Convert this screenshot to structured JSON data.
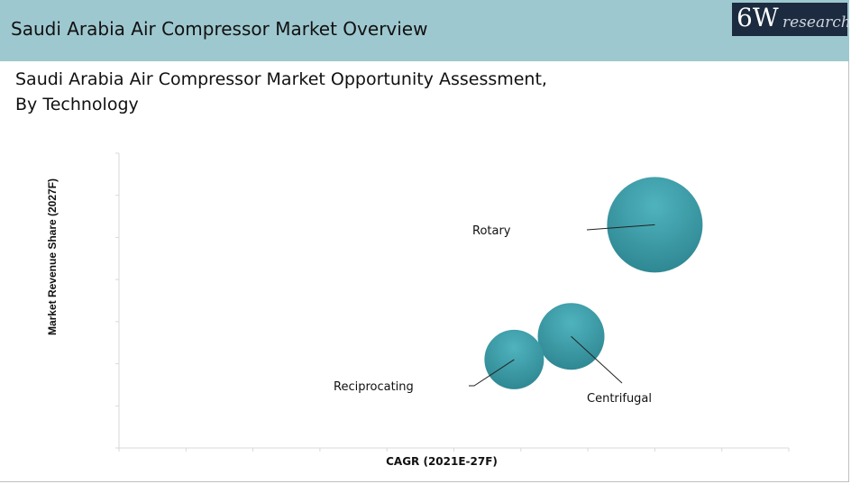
{
  "header": {
    "title": "Saudi Arabia Air Compressor Market Overview",
    "logo_text": "6W research"
  },
  "subtitle": {
    "line1": "Saudi Arabia Air Compressor Market Opportunity Assessment,",
    "line2": "By Technology"
  },
  "colors": {
    "bubble": "#3a9eaa",
    "header": "#9ec8cf"
  },
  "chart_data": {
    "type": "scatter",
    "subtype": "bubble",
    "xlabel": "CAGR (2021E-27F)",
    "ylabel": "Market Revenue Share (2027F)",
    "xlim": [
      0,
      10
    ],
    "ylim": [
      0,
      7
    ],
    "x_ticks": 10,
    "y_ticks": 7,
    "grid": false,
    "series": [
      {
        "name": "Rotary",
        "x": 8.0,
        "y": 5.3,
        "size": 53
      },
      {
        "name": "Centrifugal",
        "x": 6.75,
        "y": 2.65,
        "size": 37
      },
      {
        "name": "Reciprocating",
        "x": 5.9,
        "y": 2.1,
        "size": 33
      }
    ]
  }
}
